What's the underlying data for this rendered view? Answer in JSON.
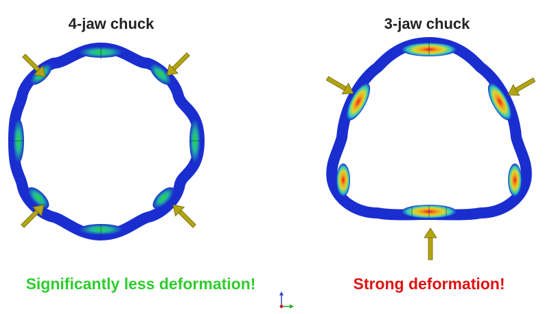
{
  "left_panel": {
    "title": "4-jaw chuck",
    "caption": "Significantly less deformation!",
    "jaw_count": 4
  },
  "right_panel": {
    "title": "3-jaw chuck",
    "caption": "Strong deformation!",
    "jaw_count": 3
  },
  "colors": {
    "arrow": "#b3a50f",
    "ring_low": "#1a2ed0",
    "ring_mid": "#29d23a",
    "ring_high": "#e02010",
    "caption_good": "#2ecc2e",
    "caption_bad": "#dd1111",
    "axis_x": "#22aa22",
    "axis_y": "#3344cc",
    "axis_origin": "#cc2222"
  },
  "icons": {
    "force_arrow": "arrow-icon",
    "coordinate_triad": "axis-triad-icon"
  }
}
